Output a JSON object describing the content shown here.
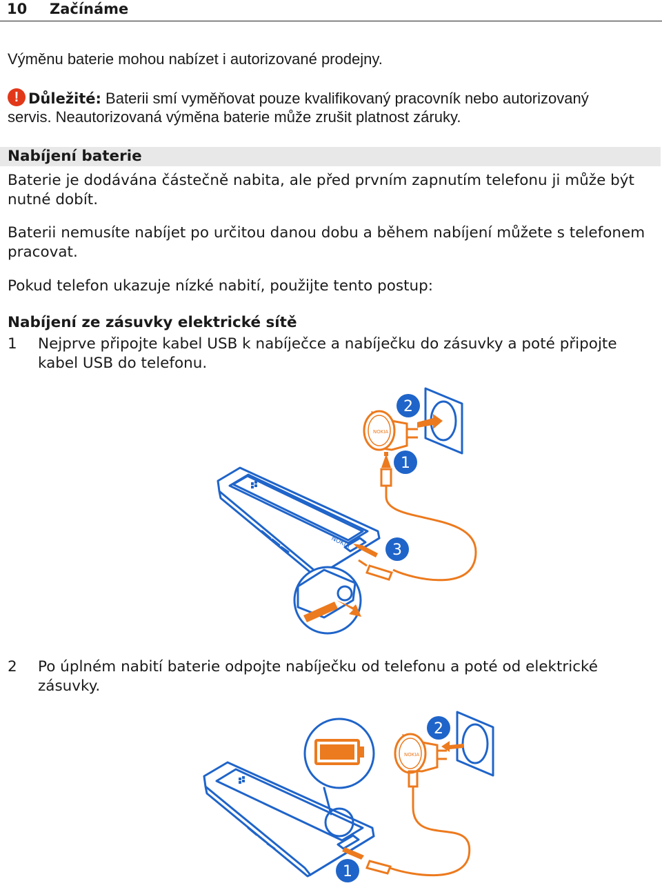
{
  "header": {
    "page_number": "10",
    "title": "Začínáme"
  },
  "p1": "Výměnu baterie mohou nabízet i autorizované prodejny.",
  "important": {
    "label": "Důležité:",
    "line1": " Baterii smí vyměňovat pouze kvalifikovaný pracovník nebo autorizovaný",
    "line2": "servis. Neautorizovaná výměna baterie může zrušit platnost záruky."
  },
  "section_title": "Nabíjení baterie",
  "p2": {
    "line1": "Baterie je dodávána částečně nabita, ale před prvním zapnutím telefonu ji může být",
    "line2": "nutné dobít."
  },
  "p3": {
    "line1": "Baterii nemusíte nabíjet po určitou danou dobu a během nabíjení můžete s telefonem",
    "line2": "pracovat."
  },
  "p4": "Pokud telefon ukazuje nízké nabití, použijte tento postup:",
  "subheading": "Nabíjení ze zásuvky elektrické sítě",
  "steps": [
    {
      "number": "1",
      "line1": "Nejprve připojte kabel USB k nabíječce a nabíječku do zásuvky a poté připojte",
      "line2": "kabel USB do telefonu."
    },
    {
      "number": "2",
      "line1": "Po úplném nabití baterie odpojte nabíječku od telefonu a poté od elektrické",
      "line2": "zásuvky."
    }
  ],
  "figure1": {
    "badges": [
      "2",
      "1",
      "3"
    ],
    "brand": "NOKIA"
  },
  "figure2": {
    "badges": [
      "2",
      "1"
    ],
    "brand": "NOKIA",
    "battery_level": 1.0
  },
  "colors": {
    "accent_blue": "#1f64c9",
    "orange": "#ec7a1e",
    "warning_red": "#e2381a",
    "section_bg": "#e8e8e8"
  }
}
